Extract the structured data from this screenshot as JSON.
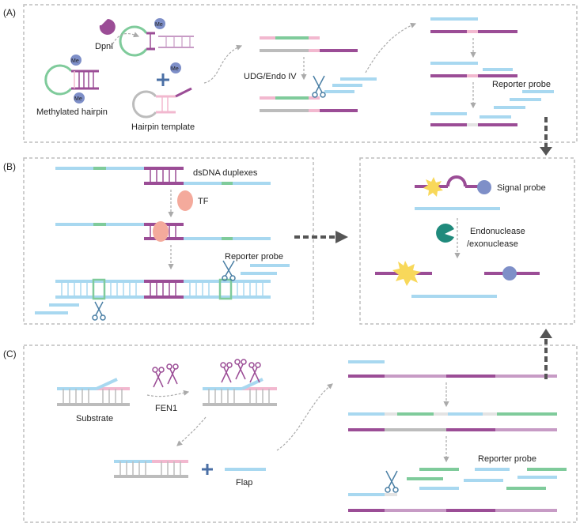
{
  "panels": {
    "a": {
      "letter": "(A)"
    },
    "b": {
      "letter": "(B)"
    },
    "c": {
      "letter": "(C)"
    }
  },
  "panel_a": {
    "enzyme_dpni": "DpnI",
    "methyl_mark": "Me",
    "methylated_hairpin": "Methylated hairpin",
    "hairpin_template": "Hairpin template",
    "udg_endo": "UDG/Endo IV",
    "reporter_probe": "Reporter probe"
  },
  "panel_b": {
    "dsdna_duplexes": "dsDNA duplexes",
    "tf": "TF",
    "reporter_probe": "Reporter probe"
  },
  "panel_out": {
    "signal_probe": "Signal probe",
    "endonuclease_line1": "Endonuclease",
    "endonuclease_line2": "/exonuclease"
  },
  "panel_c": {
    "substrate": "Substrate",
    "fen1": "FEN1",
    "flap": "Flap",
    "reporter_probe": "Reporter probe"
  },
  "colors": {
    "purple": "#9b4d96",
    "light_blue": "#a8d8f0",
    "green": "#7fcb9b",
    "pink": "#f2b8cf",
    "gray": "#bcbcbc",
    "methyl_blue": "#7e8fc8",
    "tf_salmon": "#f4aa9c",
    "nuclease_teal": "#1f8a7c",
    "star_yellow": "#f8d85a",
    "arrow_dark": "#555555",
    "border": "#bdbdbd"
  }
}
